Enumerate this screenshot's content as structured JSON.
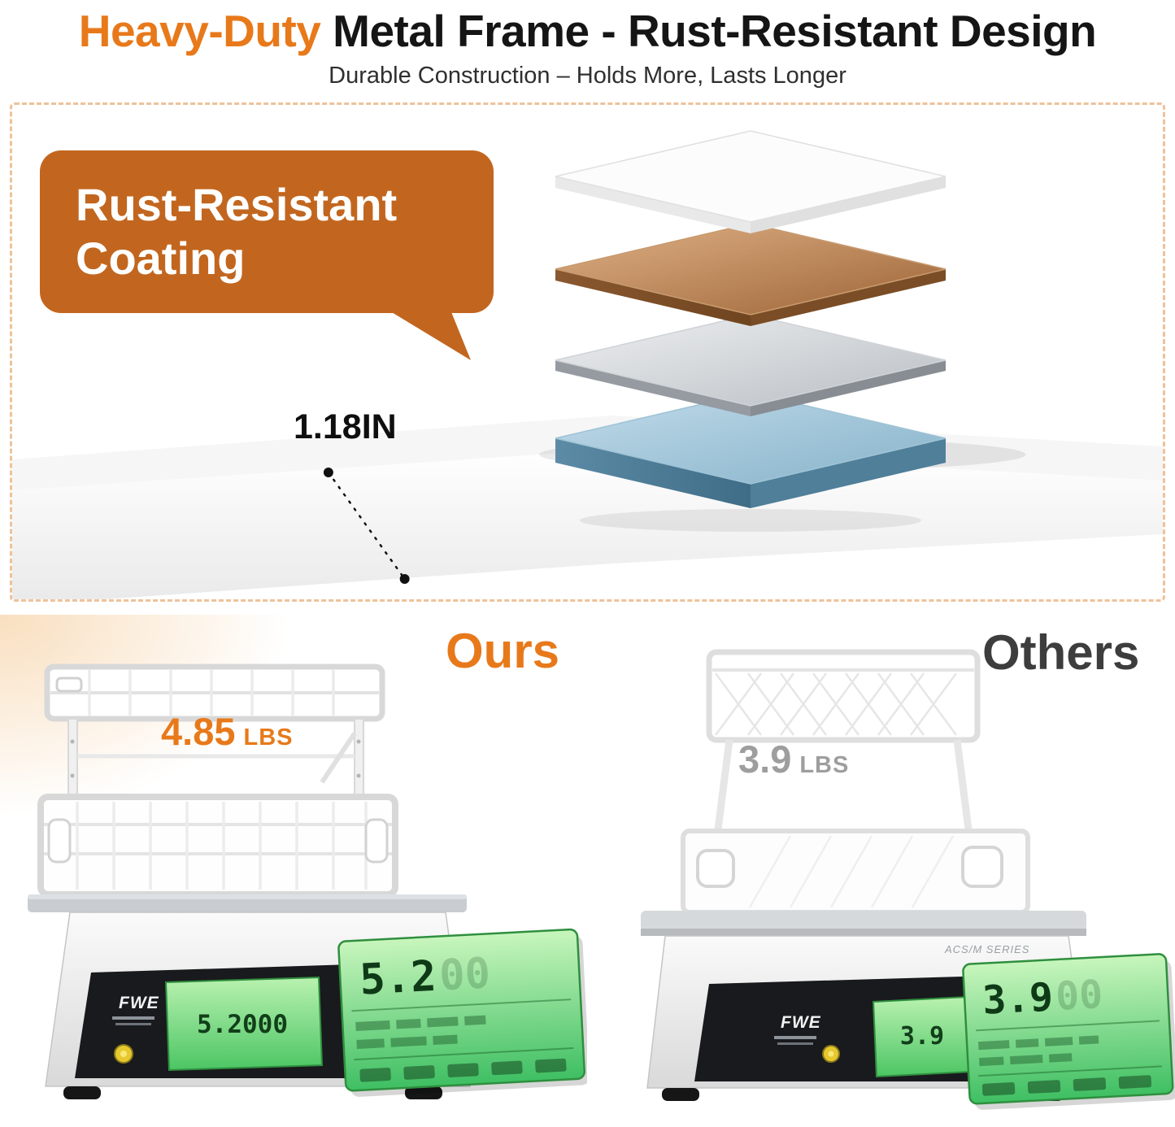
{
  "header": {
    "title_highlight": "Heavy-Duty",
    "title_rest": " Metal Frame - Rust-Resistant Design",
    "subtitle": "Durable Construction – Holds More, Lasts Longer"
  },
  "coating_section": {
    "bubble_label": "Rust-Resistant Coating",
    "thickness_label": "1.18IN",
    "accent_color": "#C2661F",
    "dashed_border_color": "#EFC29A",
    "layers": [
      {
        "name": "white-top-layer",
        "color": "#FAFAFA"
      },
      {
        "name": "bronze-coating-layer",
        "color": "#BE8A5C"
      },
      {
        "name": "steel-layer",
        "color": "#D9DBDD"
      },
      {
        "name": "blue-coated-layer",
        "color": "#A9CBDE"
      }
    ]
  },
  "comparison": {
    "accent_orange": "#E8791A",
    "others_gray": "#3D3D3D",
    "weight_gray": "#9E9E9E",
    "lcd_green": "#6FD47E",
    "ours": {
      "label": "Ours",
      "weight_value": "4.85",
      "weight_unit": "LBS",
      "scale_brand": "FWE",
      "lcd_value": "5.2000",
      "lcd_zoom_value": "5.2",
      "lcd_ghost": "00"
    },
    "others": {
      "label": "Others",
      "weight_value": "3.9",
      "weight_unit": "LBS",
      "scale_brand": "FWE",
      "scale_series": "ACS/M SERIES",
      "lcd_value": "3.9",
      "lcd_zoom_value": "3.9",
      "lcd_ghost": "00"
    }
  }
}
